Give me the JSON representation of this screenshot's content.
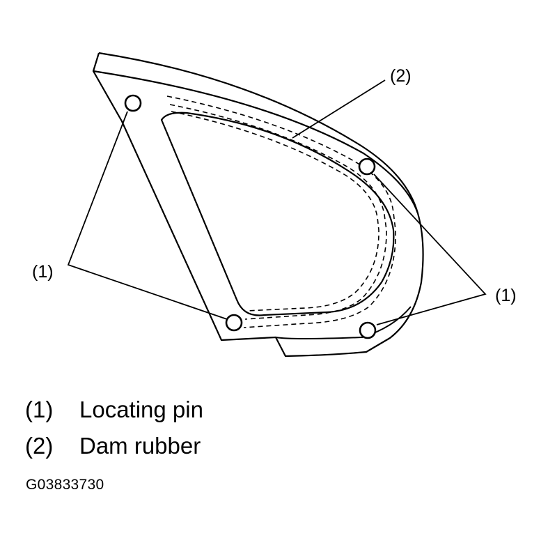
{
  "diagram": {
    "callouts": {
      "pin_label_left": "(1)",
      "pin_label_right": "(1)",
      "dam_label": "(2)"
    }
  },
  "legend": {
    "items": [
      {
        "key": "(1)",
        "label": "Locating pin"
      },
      {
        "key": "(2)",
        "label": "Dam rubber"
      }
    ]
  },
  "figure_id": "G03833730"
}
